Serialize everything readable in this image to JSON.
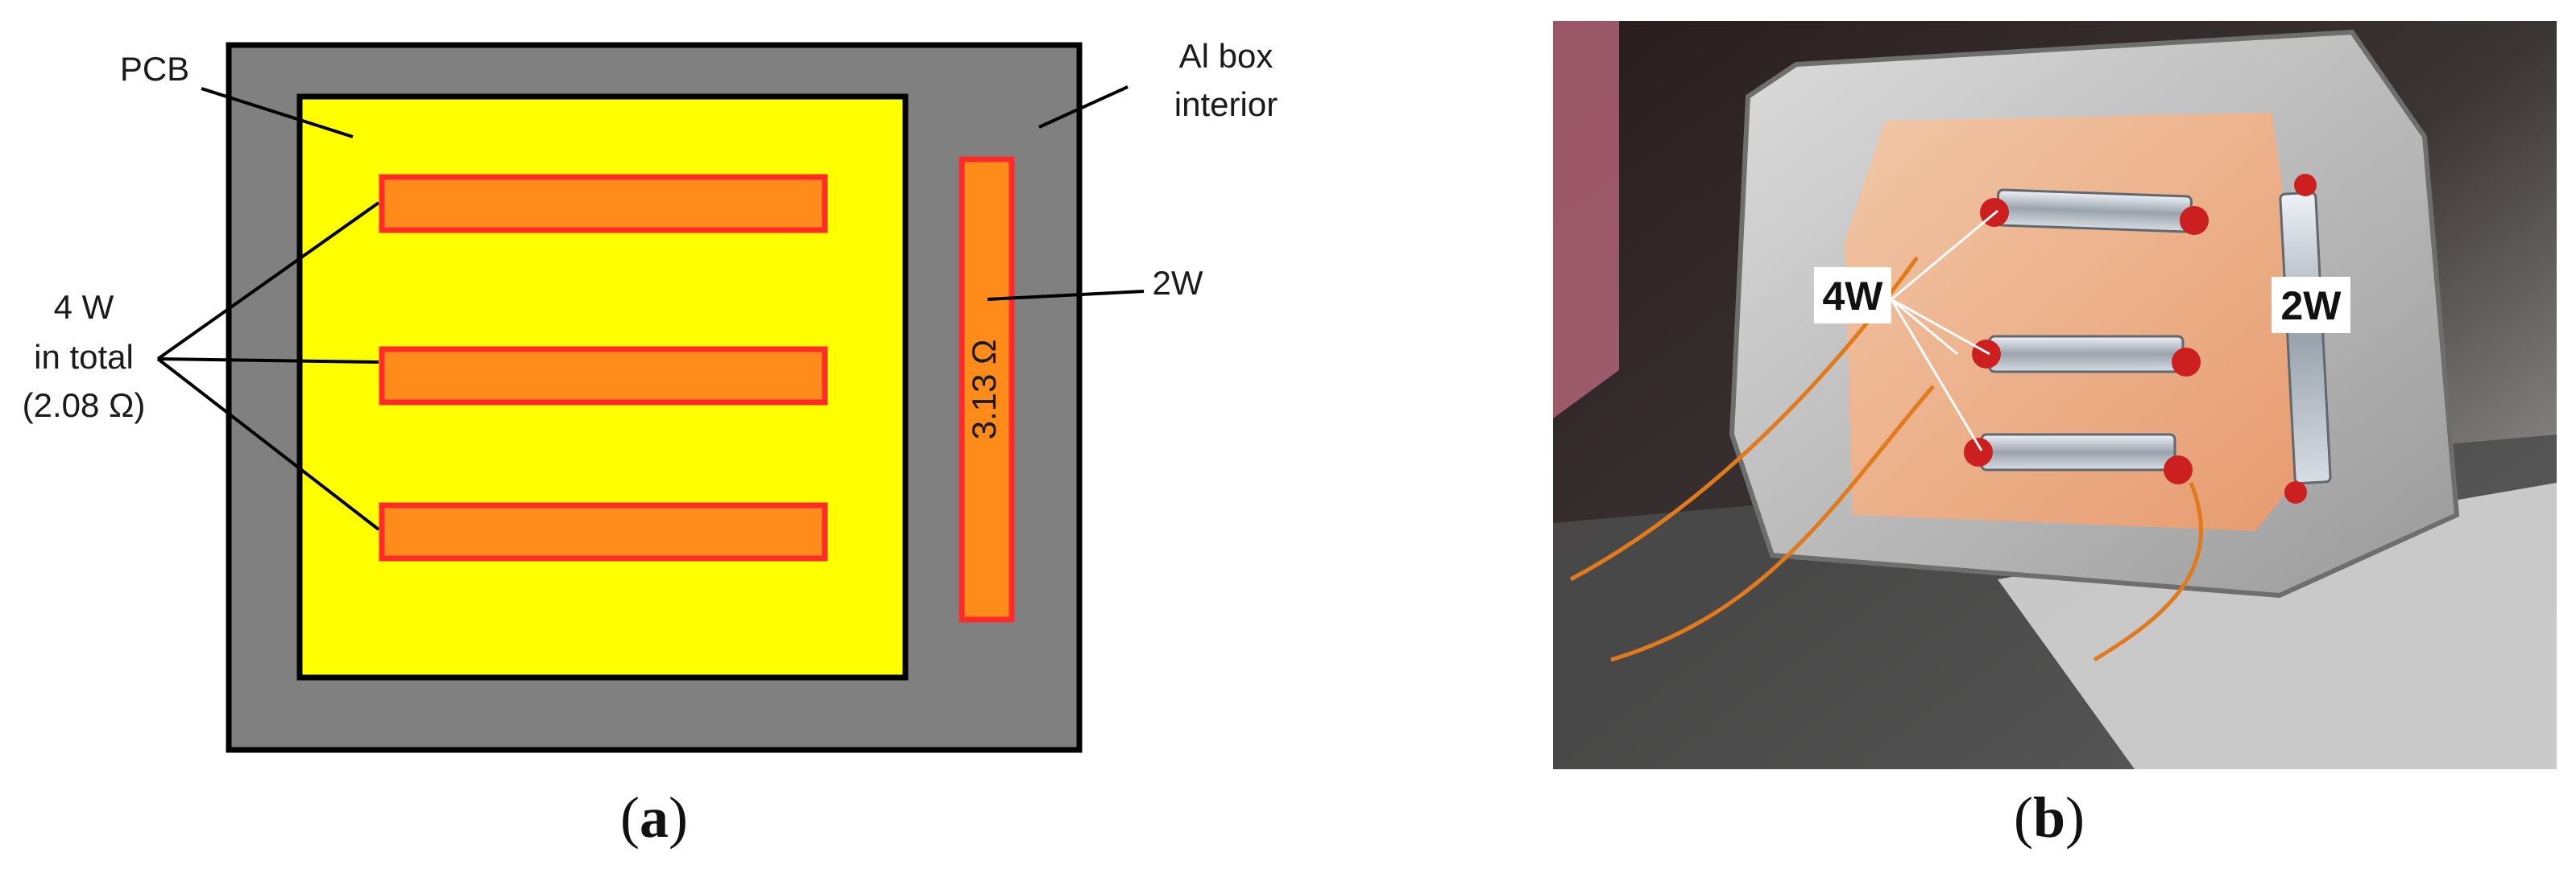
{
  "panel_a": {
    "label_pcb": "PCB",
    "label_box_line1": "Al box",
    "label_box_line2": "interior",
    "label_heaters_line1": "4 W",
    "label_heaters_line2": "in total",
    "label_heaters_line3": "(2.08 Ω)",
    "label_side_heater": "2W",
    "resistor_value": "3.13 Ω",
    "caption_open": "(",
    "caption_letter": "a",
    "caption_close": ")"
  },
  "panel_b": {
    "tag_left": "4W",
    "tag_right": "2W",
    "caption_open": "(",
    "caption_letter": "b",
    "caption_close": ")"
  },
  "colors": {
    "box_gray": "#808080",
    "pcb_yellow": "#ffff00",
    "heater_orange": "#ff8c1a",
    "heater_border": "#ff2a2a",
    "outline": "#000000"
  }
}
